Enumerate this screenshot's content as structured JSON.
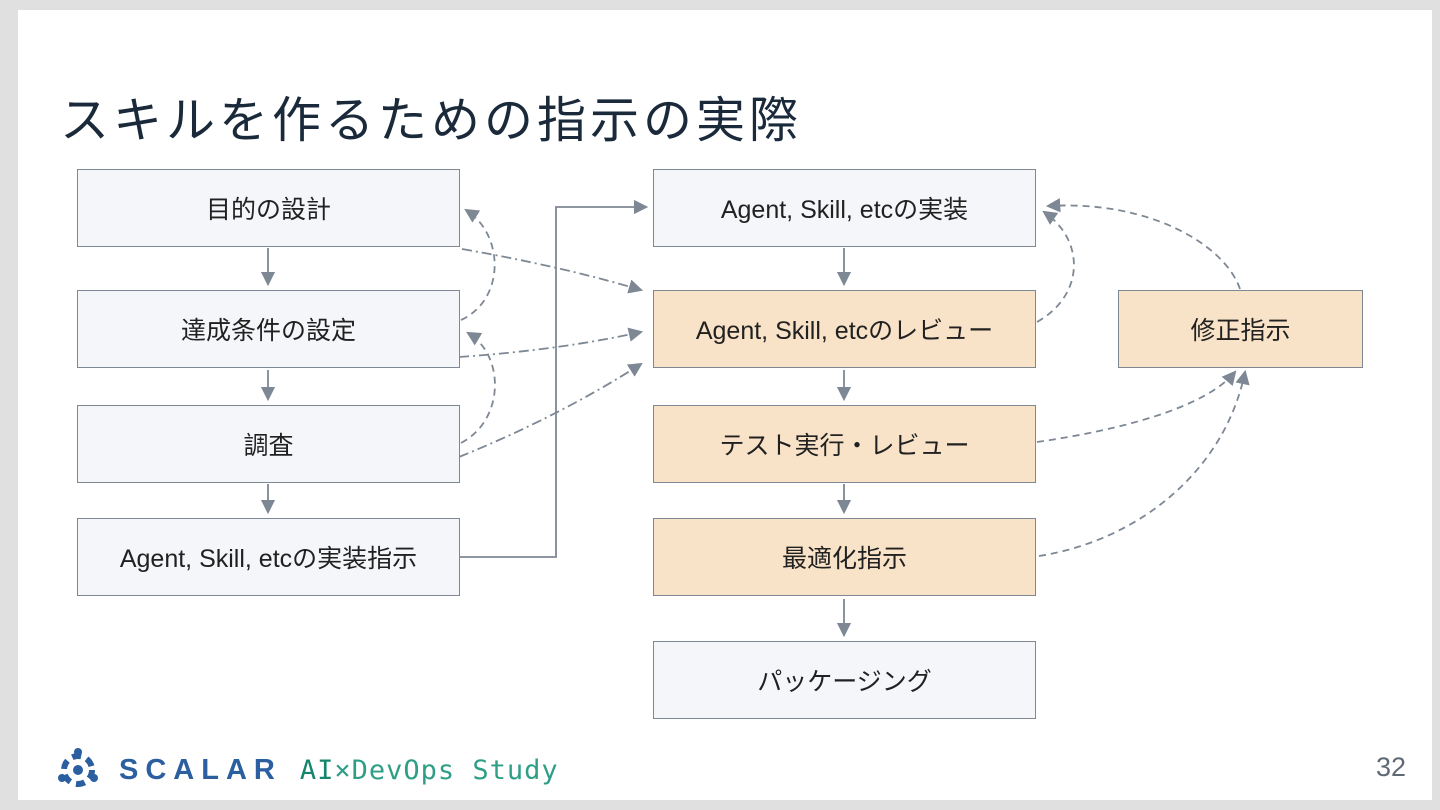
{
  "slide": {
    "title": "スキルを作るための指示の実際",
    "page_number": "32"
  },
  "footer": {
    "logo_text": "SCALAR",
    "event_prefix": "AI",
    "event_suffix": "×DevOps Study"
  },
  "colors": {
    "title_text": "#1b2a3b",
    "box_border": "#7e8894",
    "neutral_fill": "#f4f6f9",
    "orange_fill": "#f9e3c8",
    "line_gray": "#7e8894",
    "logo_blue": "#2b5fa0",
    "event_teal": "#2f9e87",
    "frame_gray": "#e0e0e0"
  },
  "diagram": {
    "left_column": [
      {
        "id": "purpose",
        "label": "目的の設計",
        "variant": "neutral"
      },
      {
        "id": "conditions",
        "label": "達成条件の設定",
        "variant": "neutral"
      },
      {
        "id": "research",
        "label": "調査",
        "variant": "neutral"
      },
      {
        "id": "impl-instruction",
        "label": "Agent, Skill, etcの実装指示",
        "variant": "neutral"
      }
    ],
    "right_column": [
      {
        "id": "impl",
        "label": "Agent, Skill, etcの実装",
        "variant": "neutral"
      },
      {
        "id": "review",
        "label": "Agent, Skill, etcのレビュー",
        "variant": "orange"
      },
      {
        "id": "test-review",
        "label": "テスト実行・レビュー",
        "variant": "orange"
      },
      {
        "id": "optimize",
        "label": "最適化指示",
        "variant": "orange"
      },
      {
        "id": "packaging",
        "label": "パッケージング",
        "variant": "neutral"
      }
    ],
    "side_box": {
      "id": "fix-instruction",
      "label": "修正指示",
      "variant": "orange"
    },
    "edges": [
      {
        "from": "purpose",
        "to": "conditions",
        "style": "solid"
      },
      {
        "from": "conditions",
        "to": "research",
        "style": "solid"
      },
      {
        "from": "research",
        "to": "impl-instruction",
        "style": "solid"
      },
      {
        "from": "impl-instruction",
        "to": "impl",
        "style": "solid-elbow"
      },
      {
        "from": "impl",
        "to": "review",
        "style": "solid"
      },
      {
        "from": "review",
        "to": "test-review",
        "style": "solid"
      },
      {
        "from": "test-review",
        "to": "optimize",
        "style": "solid"
      },
      {
        "from": "optimize",
        "to": "packaging",
        "style": "solid"
      },
      {
        "from": "purpose",
        "to": "review",
        "style": "dash-dot"
      },
      {
        "from": "conditions",
        "to": "review",
        "style": "dash-dot"
      },
      {
        "from": "research",
        "to": "review",
        "style": "dash-dot"
      },
      {
        "from": "conditions",
        "to": "purpose",
        "style": "dashed"
      },
      {
        "from": "research",
        "to": "conditions",
        "style": "dashed"
      },
      {
        "from": "review",
        "to": "impl",
        "style": "dashed"
      },
      {
        "from": "fix-instruction",
        "to": "impl",
        "style": "dashed"
      },
      {
        "from": "test-review",
        "to": "fix-instruction",
        "style": "dashed"
      },
      {
        "from": "optimize",
        "to": "fix-instruction",
        "style": "dashed"
      }
    ]
  }
}
